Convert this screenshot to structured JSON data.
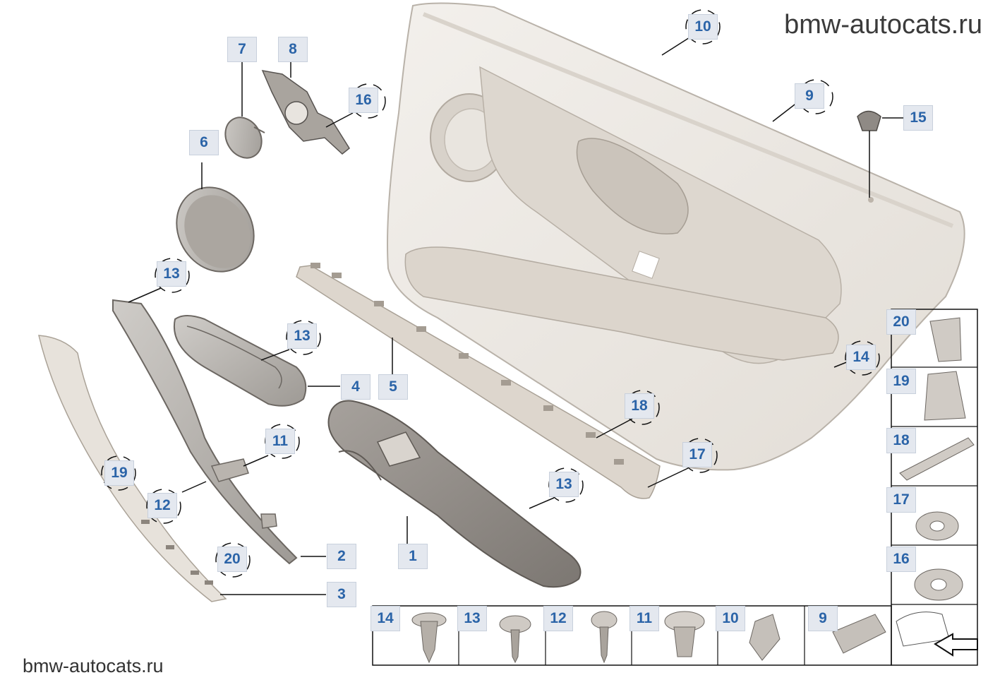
{
  "watermark": {
    "top": "bmw-autocats.ru",
    "bottom": "bmw-autocats.ru"
  },
  "callouts": [
    {
      "id": "c1",
      "text": "1"
    },
    {
      "id": "c2",
      "text": "2"
    },
    {
      "id": "c3",
      "text": "3"
    },
    {
      "id": "c4",
      "text": "4"
    },
    {
      "id": "c5",
      "text": "5"
    },
    {
      "id": "c6",
      "text": "6"
    },
    {
      "id": "c7",
      "text": "7"
    },
    {
      "id": "c8",
      "text": "8"
    },
    {
      "id": "c9",
      "text": "9"
    },
    {
      "id": "c10",
      "text": "10"
    },
    {
      "id": "c11",
      "text": "11"
    },
    {
      "id": "c12",
      "text": "12"
    },
    {
      "id": "c13a",
      "text": "13"
    },
    {
      "id": "c13b",
      "text": "13"
    },
    {
      "id": "c13c",
      "text": "13"
    },
    {
      "id": "c14",
      "text": "14"
    },
    {
      "id": "c15",
      "text": "15"
    },
    {
      "id": "c16",
      "text": "16"
    },
    {
      "id": "c17",
      "text": "17"
    },
    {
      "id": "c18",
      "text": "18"
    },
    {
      "id": "c19",
      "text": "19"
    },
    {
      "id": "c20",
      "text": "20"
    }
  ],
  "fastener_table_bottom": [
    "14",
    "13",
    "12",
    "11",
    "10",
    "9"
  ],
  "fastener_table_right": [
    "20",
    "19",
    "18",
    "17",
    "16"
  ],
  "colors": {
    "label_text": "#2b64a8",
    "label_bg": "#e4e8ef",
    "panel_fill": "#ece8e2",
    "part_dark": "#8f8a85",
    "line": "#111111"
  }
}
